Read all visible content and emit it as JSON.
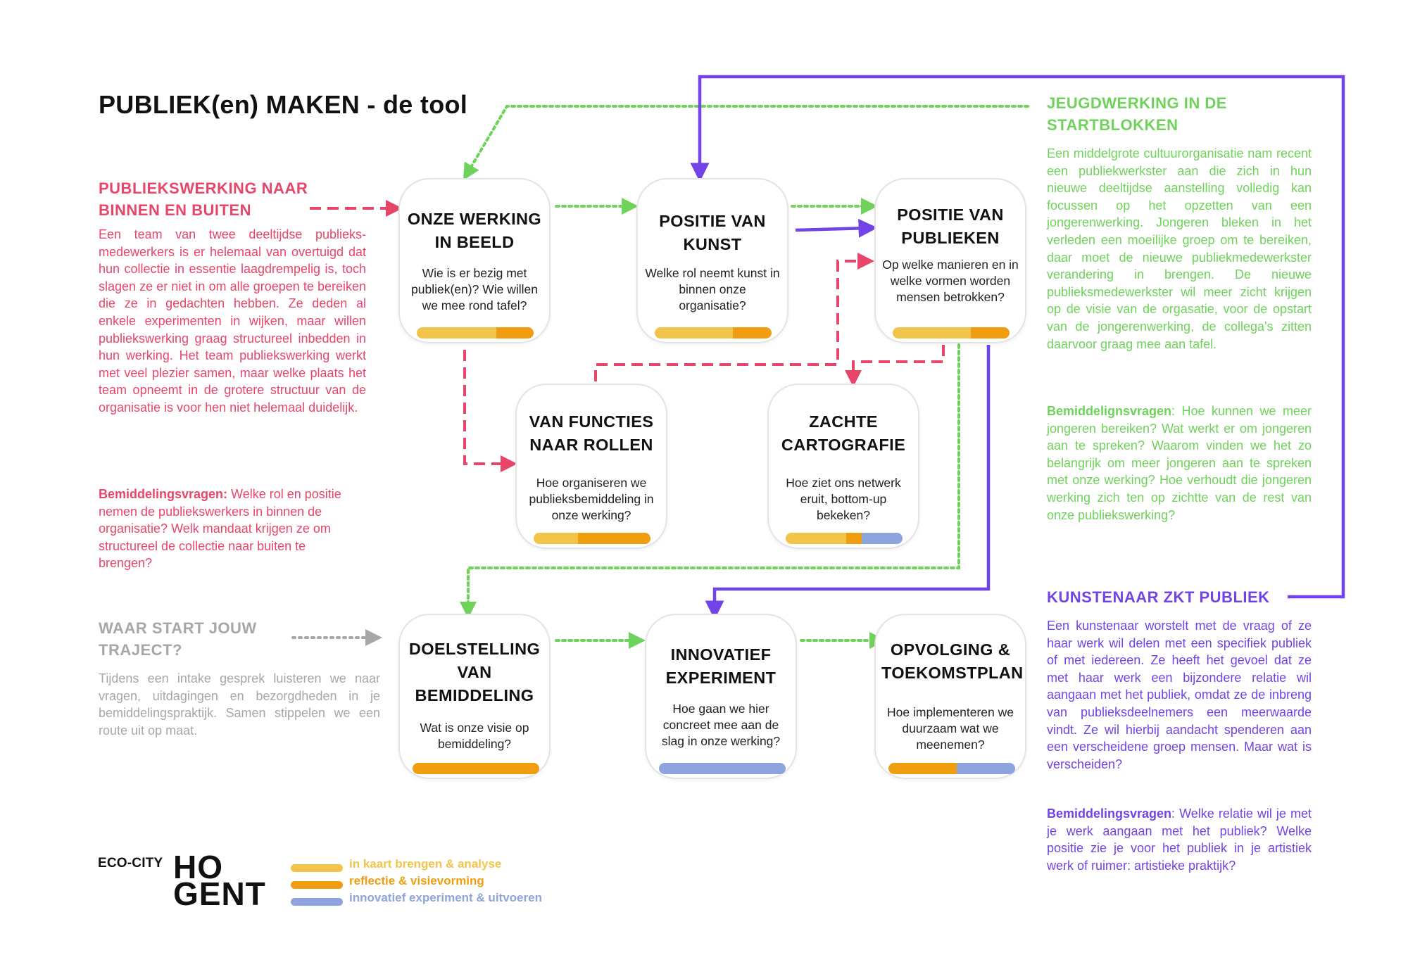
{
  "title": "PUBLIEK(en) MAKEN - de tool",
  "colors": {
    "pink": "#e8456a",
    "green": "#6fd25a",
    "purple": "#7243e6",
    "grey": "#a7a7a7",
    "yellow": "#f3c44a",
    "orange": "#f09e10",
    "blue": "#8da5dc"
  },
  "left_cases": {
    "pink": {
      "heading_line1": "PUBLIEKSWERKING NAAR",
      "heading_line2": "BINNEN EN BUITEN",
      "body": "Een team van twee deeltijdse publieks-medewerkers is er helemaal van overtuigd dat hun collectie in essentie laagdrempelig is, toch slagen ze er niet in om alle groepen te bereiken die ze in gedachten hebben. Ze deden al enkele experimenten in wijken, maar willen publiekswerking graag structureel inbedden in hun werking. Het team publiekswerking werkt met veel plezier samen, maar welke plaats het team opneemt in de grotere structuur van de organisatie is voor hen niet helemaal duidelijk.",
      "question_label": "Bemiddelingsvragen:",
      "questions": " Welke rol en positie nemen de publiekswerkers in binnen de organisatie? Welk mandaat krijgen ze om structureel de collectie naar buiten te brengen?"
    },
    "start": {
      "heading_line1": "WAAR START JOUW",
      "heading_line2": "TRAJECT?",
      "body": "Tijdens een intake gesprek luisteren we naar vragen, uitdagingen en bezorgdheden in je bemiddelingspraktijk. Samen stippelen we een route uit op maat."
    }
  },
  "right_cases": {
    "green": {
      "heading_line1": "JEUGDWERKING IN DE",
      "heading_line2": "STARTBLOKKEN",
      "body": "Een middelgrote cultuurorganisatie nam recent een publiekwerkster aan die zich in hun nieuwe deeltijdse aanstelling volledig kan focussen op het opzetten van een jongerenwerking. Jongeren bleken in het verleden een moeilijke groep om te bereiken, daar moet de nieuwe publiekmedewerkster verandering in brengen. De nieuwe publieksmedewerkster wil meer zicht krijgen op de visie van de orgasatie, voor de opstart van de jongerenwerking, de collega's zitten daarvoor graag mee aan tafel.",
      "question_label": "Bemiddelignsvragen",
      "questions": ": Hoe kunnen we meer jongeren bereiken? Wat werkt er om jongeren aan te spreken? Waarom vinden we het zo belangrijk om meer jongeren aan te spreken met onze werking? Hoe verhoudt die jongeren werking zich ten op zichtte van de rest van onze publiekswerking?"
    },
    "purple": {
      "heading": "KUNSTENAAR ZKT PUBLIEK",
      "body": "Een kunstenaar worstelt met de vraag of ze haar werk wil delen met een specifiek publiek of met iedereen. Ze heeft het gevoel dat ze met haar werk een bijzondere relatie wil aangaan met het publiek, omdat ze de inbreng van publieksdeelnemers een meerwaarde vindt. Ze wil hierbij aandacht spenderen aan een verscheidene groep mensen. Maar wat is verscheiden?",
      "question_label": "Bemiddelingsvragen",
      "questions": ": Welke relatie wil je met je werk aangaan met het publiek? Welke positie zie je voor het publiek in je artistiek werk of ruimer: artistieke praktijk?"
    }
  },
  "cards": {
    "werking": {
      "title1": "ONZE WERKING",
      "title2": "IN BEELD",
      "text": "Wie is er bezig met publiek(en)? Wie willen we mee rond tafel?",
      "bar": [
        {
          "c": "yellow",
          "f": 0.68
        },
        {
          "c": "orange",
          "f": 0.32
        }
      ]
    },
    "kunst": {
      "title1": "POSITIE VAN",
      "title2": "KUNST",
      "text": "Welke rol neemt kunst in binnen onze organisatie?",
      "bar": [
        {
          "c": "yellow",
          "f": 0.67
        },
        {
          "c": "orange",
          "f": 0.33
        }
      ]
    },
    "publieken": {
      "title1": "POSITIE VAN",
      "title2": "PUBLIEKEN",
      "text": "Op welke manieren en in welke vormen worden mensen betrokken?",
      "bar": [
        {
          "c": "yellow",
          "f": 0.67
        },
        {
          "c": "orange",
          "f": 0.33
        }
      ]
    },
    "rollen": {
      "title1": "VAN FUNCTIES",
      "title2": "NAAR ROLLEN",
      "text": "Hoe organiseren we publieksbemiddeling in onze werking?",
      "bar": [
        {
          "c": "yellow",
          "f": 0.38
        },
        {
          "c": "orange",
          "f": 0.62
        }
      ]
    },
    "cartografie": {
      "title1": "ZACHTE",
      "title2": "CARTOGRAFIE",
      "text": "Hoe ziet ons netwerk eruit, bottom-up bekeken?",
      "bar": [
        {
          "c": "yellow",
          "f": 0.52
        },
        {
          "c": "orange",
          "f": 0.13
        },
        {
          "c": "blue",
          "f": 0.35
        }
      ]
    },
    "doelstelling": {
      "title1": "DOELSTELLING",
      "title2": "VAN",
      "title3": "BEMIDDELING",
      "text": "Wat is onze visie op bemiddeling?",
      "bar": [
        {
          "c": "orange",
          "f": 1.0
        }
      ]
    },
    "experiment": {
      "title1": "INNOVATIEF",
      "title2": "EXPERIMENT",
      "text": "Hoe gaan we hier concreet mee aan de slag in onze werking?",
      "bar": [
        {
          "c": "blue",
          "f": 1.0
        }
      ]
    },
    "opvolging": {
      "title1": "OPVOLGING &",
      "title2": "TOEKOMSTPLAN",
      "text": "Hoe implementeren we duurzaam wat we meenemen?",
      "bar": [
        {
          "c": "orange",
          "f": 0.54
        },
        {
          "c": "blue",
          "f": 0.46
        }
      ]
    }
  },
  "legend": [
    {
      "label": "in kaart brengen & analyse",
      "color": "yellow"
    },
    {
      "label": "reflectie & visievorming",
      "color": "orange"
    },
    {
      "label": "innovatief experiment & uitvoeren",
      "color": "blue"
    }
  ],
  "logo": {
    "left": "ECO-CITY",
    "right_line1": "HO",
    "right_line2": "GENT"
  }
}
